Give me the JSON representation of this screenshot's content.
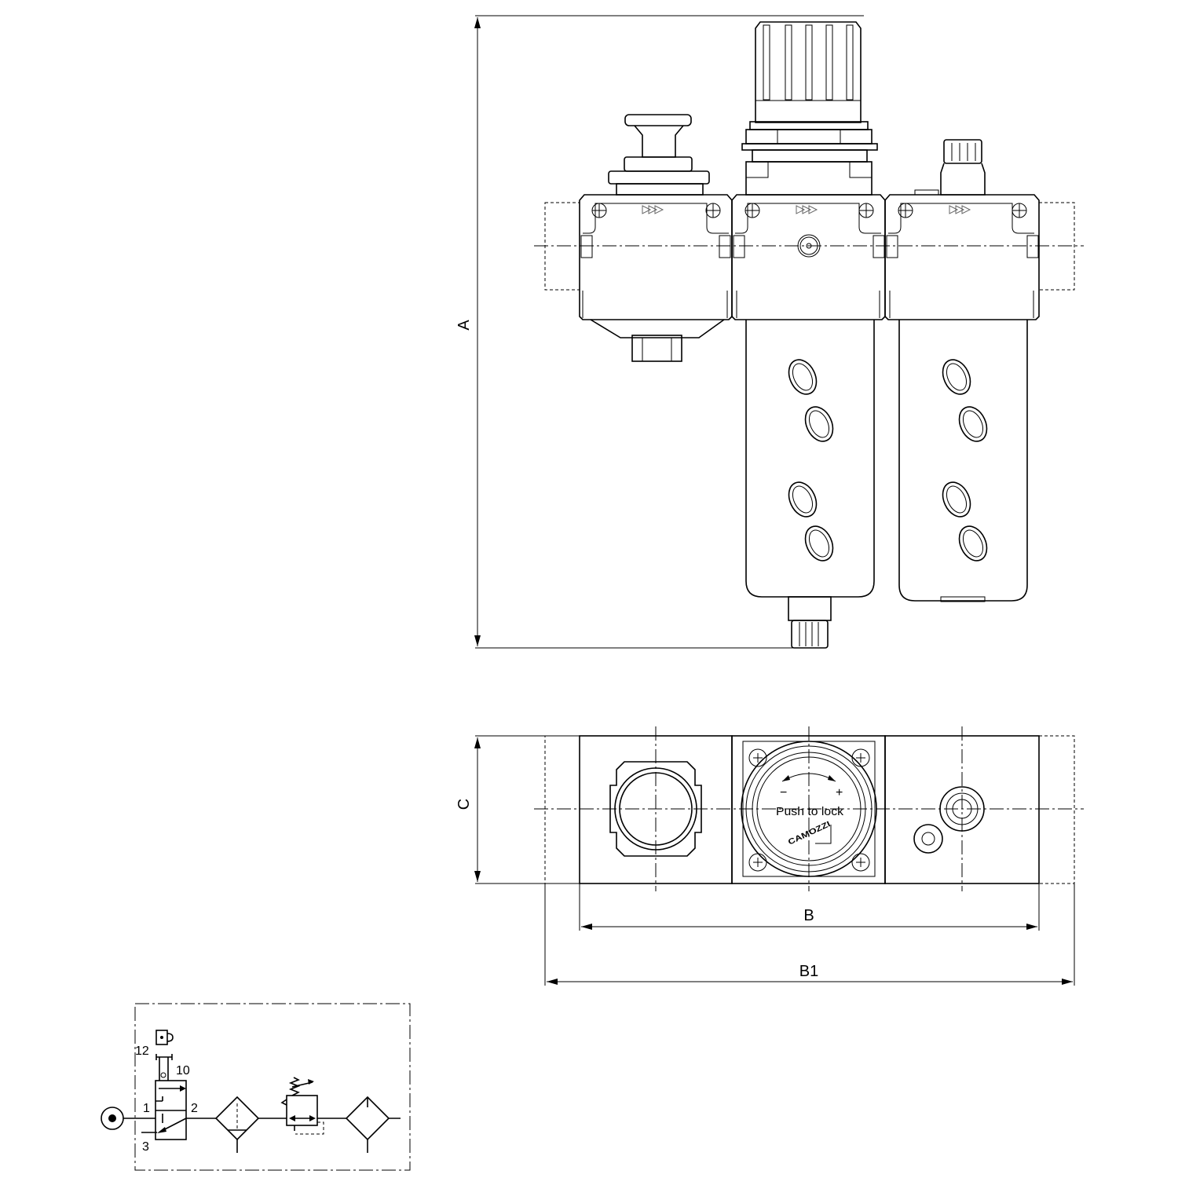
{
  "dimensions": {
    "a": "A",
    "b": "B",
    "b1": "B1",
    "c": "C"
  },
  "regulator_cap": {
    "minus": "−",
    "plus": "+",
    "instruction": "Push to lock",
    "brand": "CAMOZZI"
  },
  "schematic": {
    "port_12": "12",
    "port_10": "10",
    "port_1": "1",
    "port_2": "2",
    "port_3": "3"
  }
}
